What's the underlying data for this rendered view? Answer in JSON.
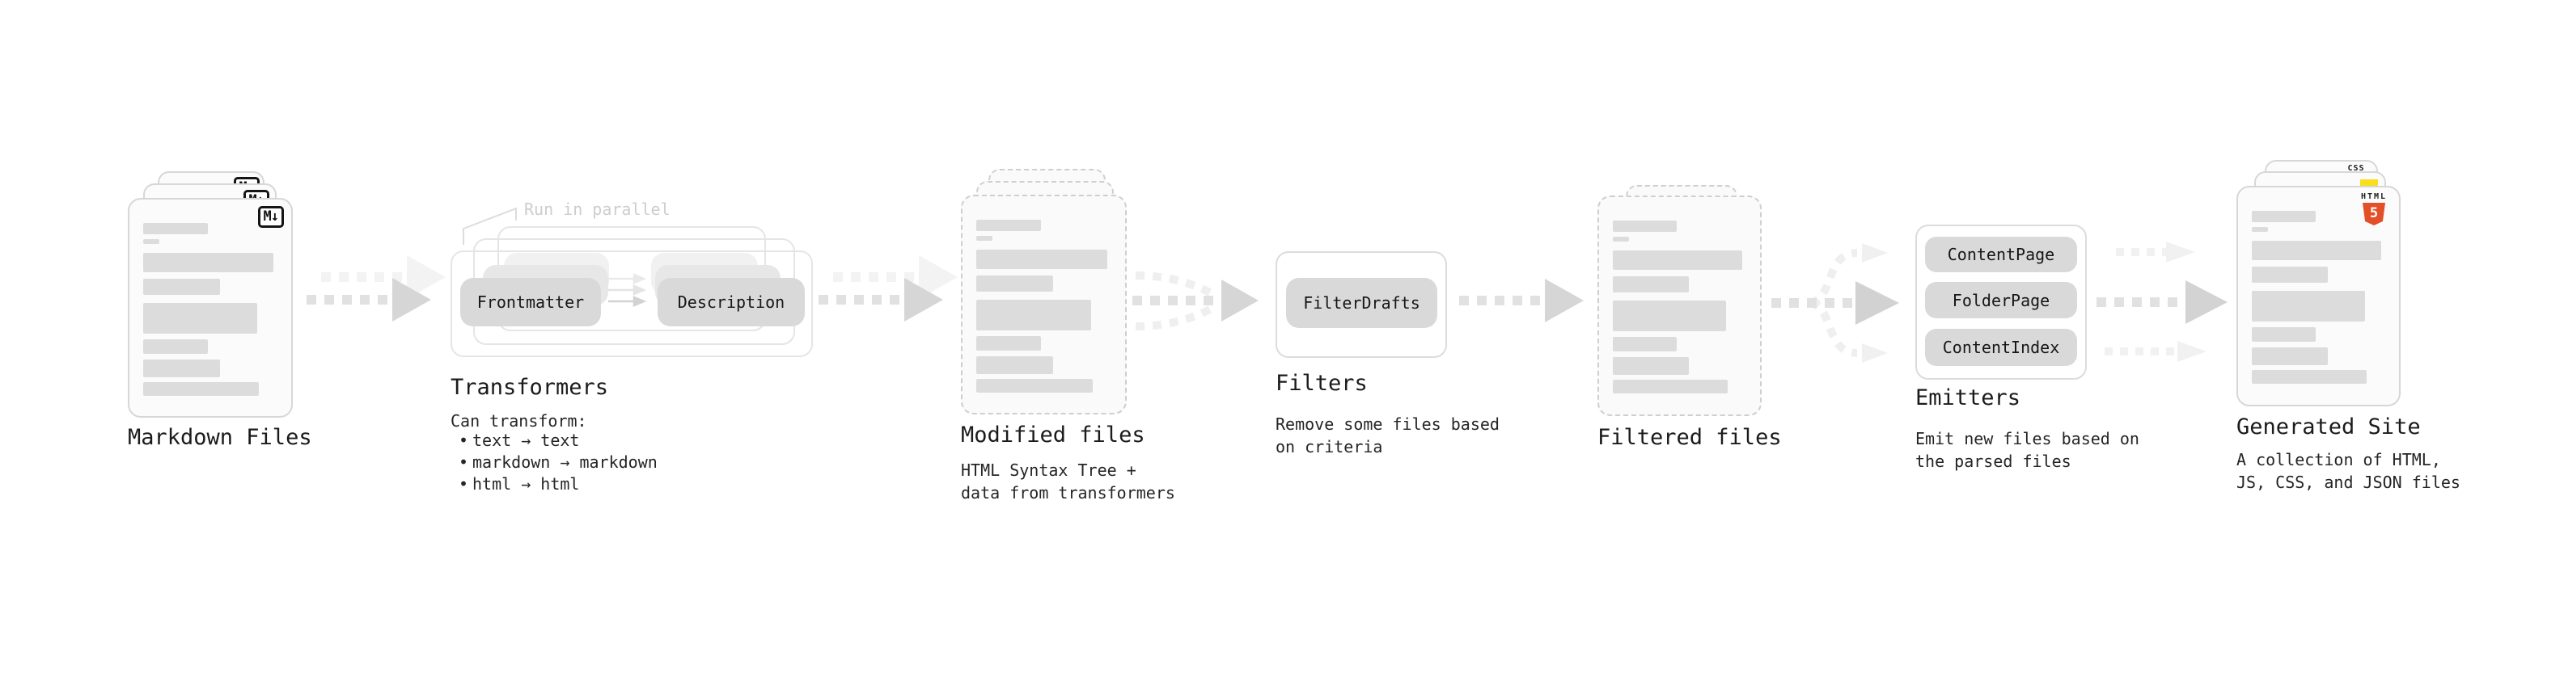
{
  "badges": {
    "markdown": "M↓",
    "css": "CSS",
    "html": "HTML",
    "html5_number": "5"
  },
  "colors": {
    "html5_orange": "#e34f26",
    "js_yellow": "#f7df1e",
    "css_blue": "#2965f1",
    "arrow_gray": "#d6d6d6",
    "annotation_gray": "#cdcdcd",
    "text_dark": "#1b1b1b"
  },
  "bullet_glyph": "•",
  "stages": {
    "markdown": {
      "title": "Markdown Files"
    },
    "transformers": {
      "title": "Transformers",
      "annotation": "Run in parallel",
      "pills": [
        "Frontmatter",
        "Description"
      ],
      "desc_heading": "Can transform:",
      "bullets": [
        "text → text",
        "markdown → markdown",
        "html → html"
      ]
    },
    "modified": {
      "title": "Modified files",
      "desc": [
        "HTML Syntax Tree +",
        "data from transformers"
      ]
    },
    "filters": {
      "title": "Filters",
      "pill": "FilterDrafts",
      "desc": [
        "Remove some files based",
        "on criteria"
      ]
    },
    "filtered": {
      "title": "Filtered files"
    },
    "emitters": {
      "title": "Emitters",
      "pills": [
        "ContentPage",
        "FolderPage",
        "ContentIndex"
      ],
      "desc": [
        "Emit new files based on",
        "the parsed files"
      ]
    },
    "generated": {
      "title": "Generated Site",
      "desc": [
        "A collection of HTML,",
        "JS, CSS, and JSON files"
      ]
    }
  }
}
